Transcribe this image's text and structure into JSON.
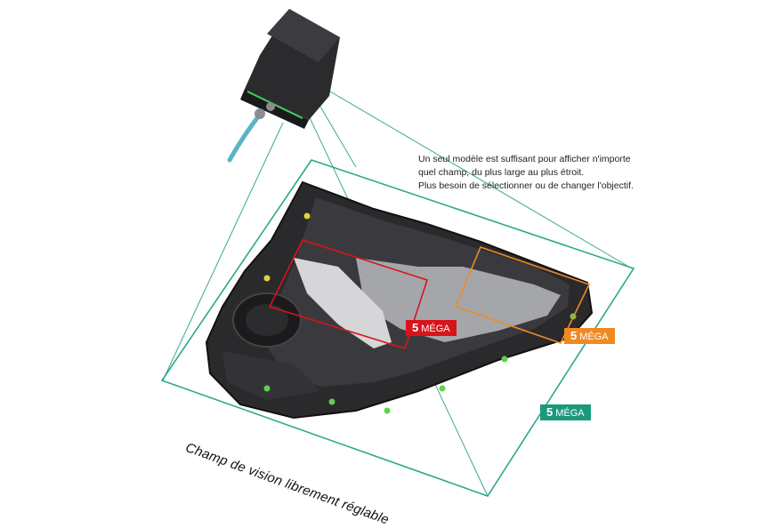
{
  "description": {
    "line1": "Un seul modèle est suffisant pour afficher n'importe",
    "line2": "quel champ, du plus large au plus étroit.",
    "line3": "Plus besoin de sélectionner ou de changer l'objectif."
  },
  "badges": {
    "red": {
      "number": "5",
      "unit": "MÉGA",
      "color": "#d8141b"
    },
    "orange": {
      "number": "5",
      "unit": "MÉGA",
      "color": "#ef8a22"
    },
    "green": {
      "number": "5",
      "unit": "MÉGA",
      "color": "#1a9a7b"
    }
  },
  "fov_label": "Champ de vision librement réglable",
  "colors": {
    "field_green": "#2aa98a",
    "roi_red": "#d8141b",
    "roi_orange": "#ef8a22"
  }
}
